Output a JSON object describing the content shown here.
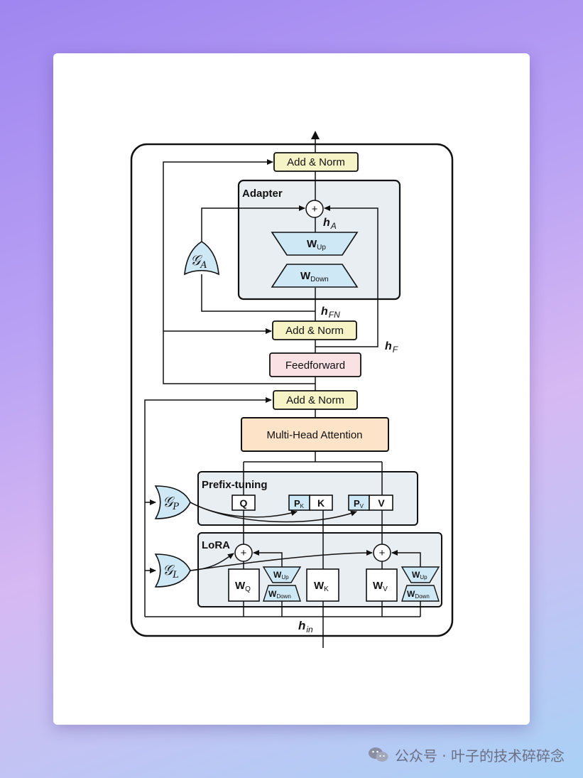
{
  "diagram": {
    "add_norm_top": "Add & Norm",
    "add_norm_mid": "Add & Norm",
    "add_norm_bottom": "Add & Norm",
    "adapter_title": "Adapter",
    "w_up": "W",
    "w_up_sub": "Up",
    "w_down": "W",
    "w_down_sub": "Down",
    "h_a": "h",
    "h_a_sub": "A",
    "h_fn": "h",
    "h_fn_sub": "FN",
    "h_f": "h",
    "h_f_sub": "F",
    "h_in": "h",
    "h_in_sub": "in",
    "gate_a": "𝒢",
    "gate_a_sub": "A",
    "gate_p": "𝒢",
    "gate_p_sub": "P",
    "gate_l": "𝒢",
    "gate_l_sub": "L",
    "feedforward": "Feedforward",
    "mha": "Multi-Head Attention",
    "prefix_title": "Prefix-tuning",
    "q": "Q",
    "pk": "P",
    "pk_sub": "K",
    "k": "K",
    "pv": "P",
    "pv_sub": "V",
    "v": "V",
    "lora_title": "LoRA",
    "wq": "W",
    "wq_sub": "Q",
    "wk": "W",
    "wk_sub": "K",
    "wv": "W",
    "wv_sub": "V",
    "lora_up": "W",
    "lora_up_sub": "Up",
    "lora_down": "W",
    "lora_down_sub": "Down",
    "plus": "+"
  },
  "watermark": {
    "text": "公众号 · 叶子的技术碎碎念"
  },
  "colors": {
    "add_norm": "#f6f3c7",
    "adapter_bg": "#e9eef3",
    "w_box": "#cfe8f5",
    "feedforward": "#f9e1e4",
    "mha": "#fde4c8",
    "gate": "#cfe8f5"
  }
}
